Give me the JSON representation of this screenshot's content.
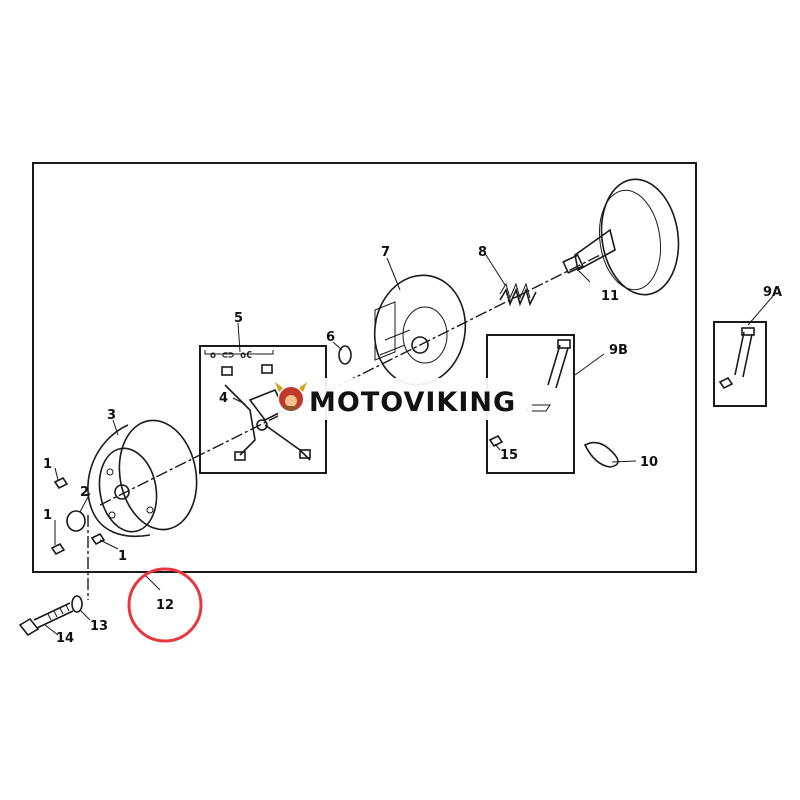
{
  "watermark": {
    "text": "MOTOVIKING",
    "logo_icon": "viking-mascot-icon"
  },
  "highlight": {
    "label_ref": "12",
    "color": "#e8383d"
  },
  "labels": {
    "p1": "1",
    "p2": "2",
    "p3": "3",
    "p4": "4",
    "p5": "5",
    "p6": "6",
    "p7": "7",
    "p8": "8",
    "p9A": "9A",
    "p9B": "9B",
    "p10": "10",
    "p11": "11",
    "p12": "12",
    "p13": "13",
    "p14": "14",
    "p15": "15"
  }
}
